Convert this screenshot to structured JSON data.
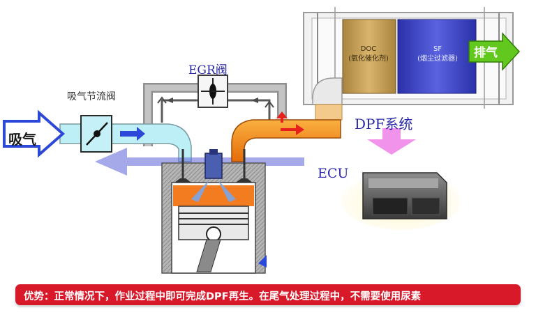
{
  "labels": {
    "egr_valve": "EGR阀",
    "throttle_valve": "吸气节流阀",
    "dpf_system": "DPF系统",
    "ecu": "ECU",
    "intake": "吸气",
    "exhaust": "排气",
    "doc_title": "DOC",
    "doc_sub": "(氧化催化剂)",
    "sf_title": "SF",
    "sf_sub": "(烟尘过滤器)"
  },
  "banner": {
    "text": "优势：正常情况下，作业过程中即可完成DPF再生。在尾气处理过程中，不需要使用尿素",
    "color": "#d7192a"
  },
  "colors": {
    "intake_pipe": "#bdeff7",
    "exhaust_pipe": "#f7931e",
    "doc": "#c8a05a",
    "sf": "#3e45c6",
    "arrow_blue": "#2b48d8",
    "arrow_red": "#e8201b",
    "dpf_arrow": "#ee7fe8",
    "exhaust_arrow": "#63c81e"
  },
  "icons": [
    "egr-valve-icon",
    "throttle-valve-icon",
    "intake-arrow-icon",
    "exhaust-arrow-icon",
    "flow-arrow-icon",
    "ecu-unit-icon",
    "piston-icon",
    "fuel-injector-icon"
  ]
}
